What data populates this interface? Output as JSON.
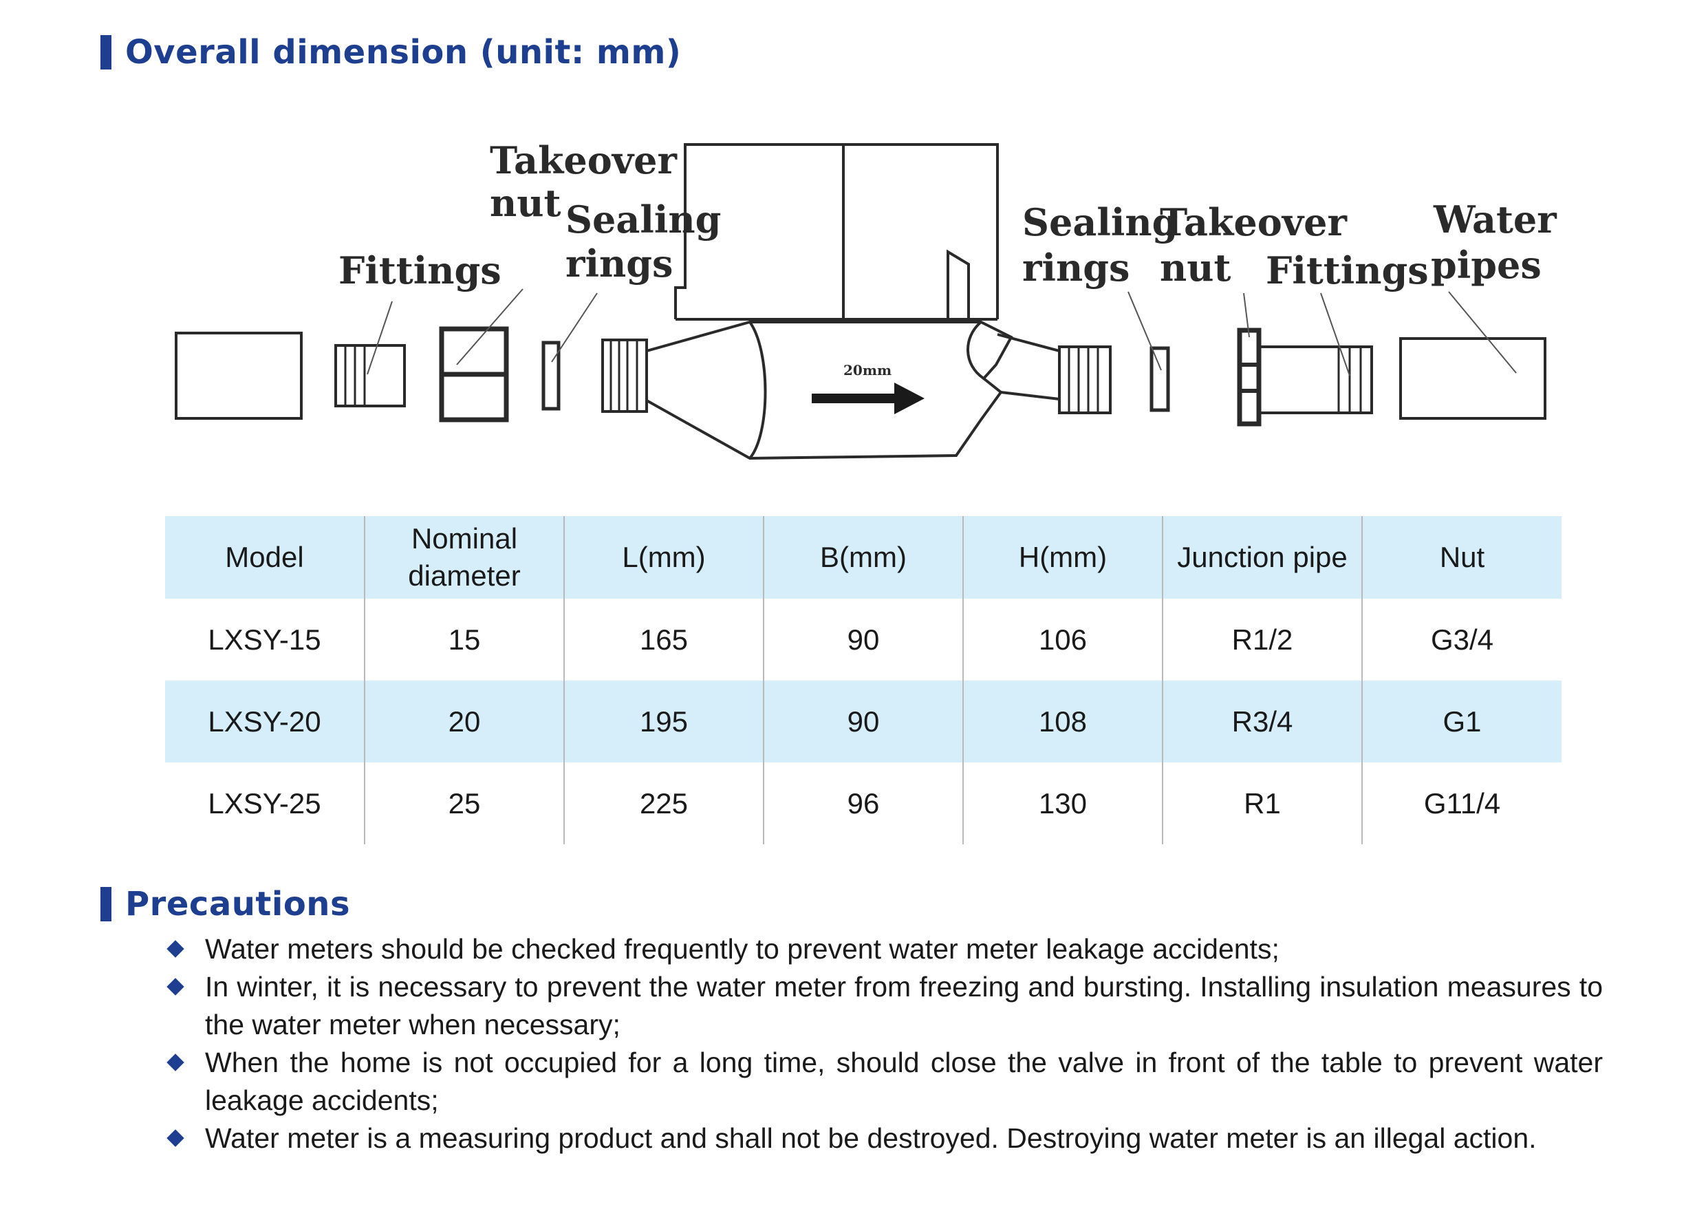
{
  "sections": {
    "dimension_title": "Overall dimension (unit: mm)",
    "precautions_title": "Precautions"
  },
  "diagram": {
    "labels": {
      "left_takeover_nut": [
        "Takeover",
        "nut"
      ],
      "left_fittings": "Fittings",
      "left_sealing_rings": [
        "Sealing",
        "rings"
      ],
      "right_sealing_rings": [
        "Sealing",
        "rings"
      ],
      "right_takeover_nut": [
        "Takeover",
        "nut"
      ],
      "right_fittings": "Fittings",
      "water_pipes": [
        "Water",
        "pipes"
      ],
      "flow_marker": "20mm"
    }
  },
  "table": {
    "headers": [
      "Model",
      "Nominal diameter",
      "L(mm)",
      "B(mm)",
      "H(mm)",
      "Junction pipe",
      "Nut"
    ],
    "rows": [
      [
        "LXSY-15",
        "15",
        "165",
        "90",
        "106",
        "R1/2",
        "G3/4"
      ],
      [
        "LXSY-20",
        "20",
        "195",
        "90",
        "108",
        "R3/4",
        "G1"
      ],
      [
        "LXSY-25",
        "25",
        "225",
        "96",
        "130",
        "R1",
        "G11/4"
      ]
    ]
  },
  "precautions": [
    "Water meters should be checked frequently to prevent water meter leakage accidents;",
    "In winter, it is necessary to prevent the water meter from freezing and bursting. Installing insulation measures to the water meter when necessary;",
    "When the home is not occupied for a long time, should close the valve in front of the table to prevent water leakage accidents;",
    "Water meter is a measuring product and shall not be destroyed. Destroying water meter is an illegal action."
  ],
  "colors": {
    "accent": "#1e3f8f",
    "table_highlight": "#d6eefa",
    "text": "#1a1a1a"
  }
}
